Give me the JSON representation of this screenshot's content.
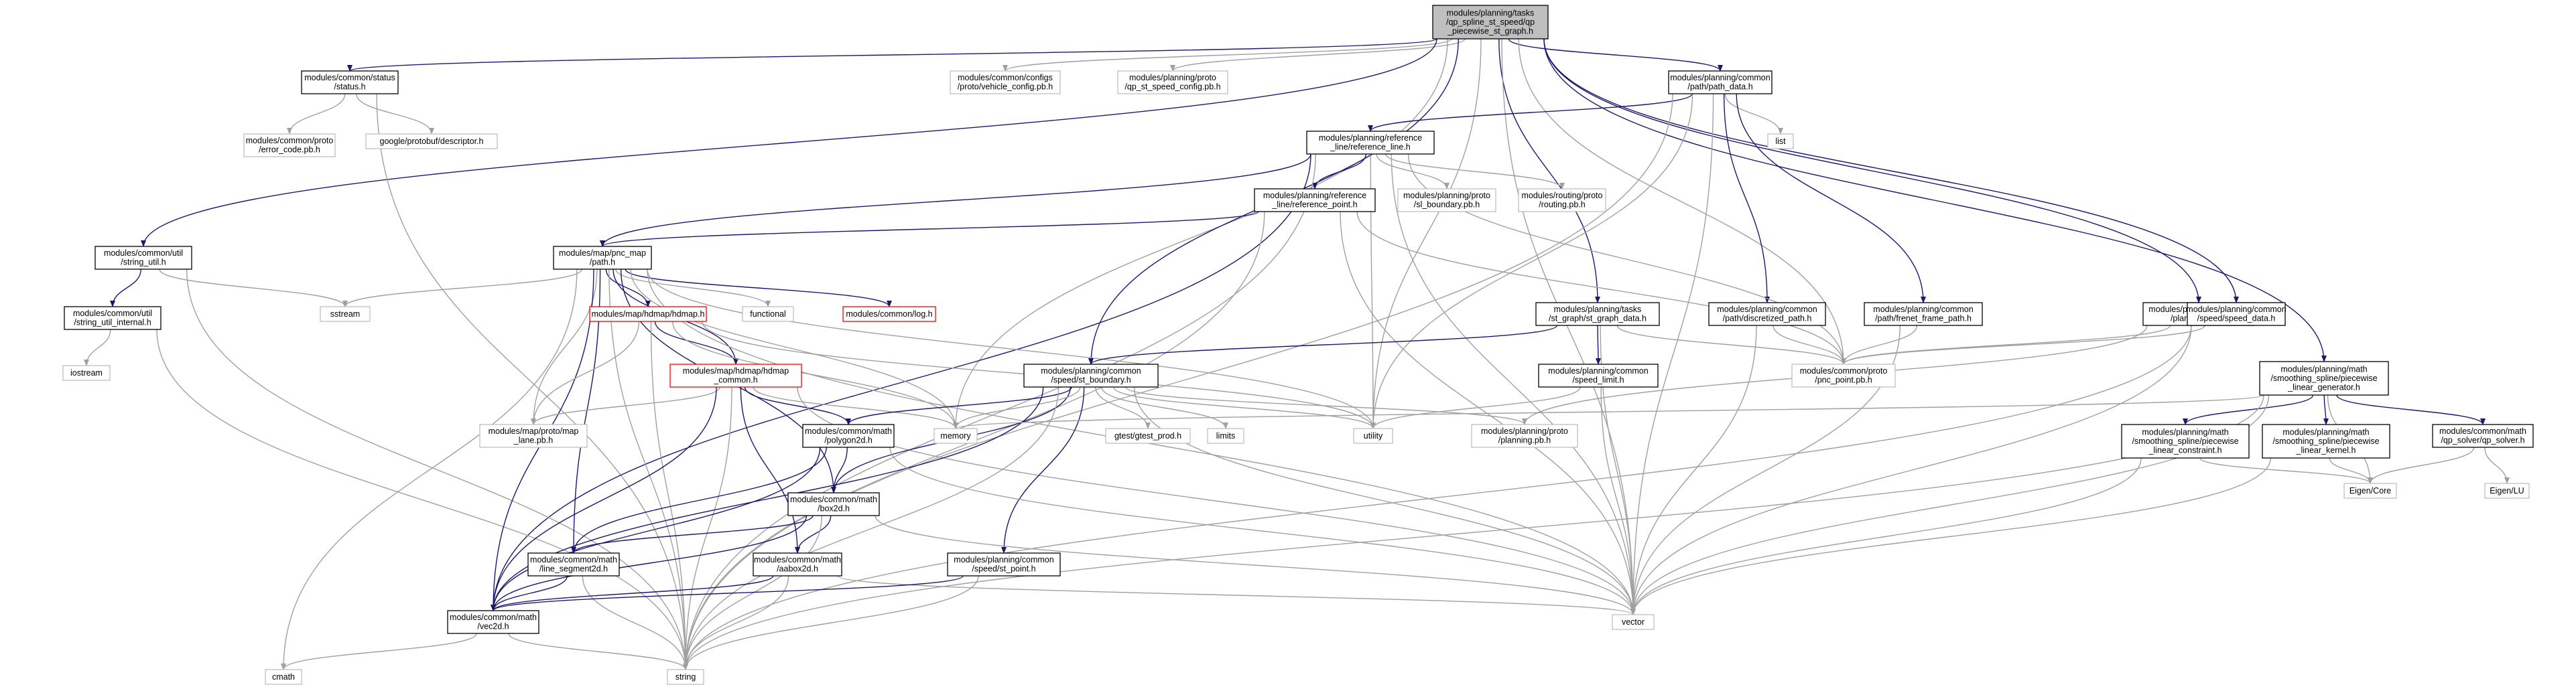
{
  "graph": {
    "nodes": [
      {
        "id": "root",
        "kind": "root",
        "lines": [
          "modules/planning/tasks",
          "/qp_spline_st_speed/qp",
          "_piecewise_st_graph.h"
        ]
      },
      {
        "id": "status",
        "kind": "normal",
        "lines": [
          "modules/common/status",
          "/status.h"
        ]
      },
      {
        "id": "vehicle_config",
        "kind": "gray",
        "lines": [
          "modules/common/configs",
          "/proto/vehicle_config.pb.h"
        ]
      },
      {
        "id": "qp_st_speed_config",
        "kind": "gray",
        "lines": [
          "modules/planning/proto",
          "/qp_st_speed_config.pb.h"
        ]
      },
      {
        "id": "path_data",
        "kind": "normal",
        "lines": [
          "modules/planning/common",
          "/path/path_data.h"
        ]
      },
      {
        "id": "error_code",
        "kind": "gray",
        "lines": [
          "modules/common/proto",
          "/error_code.pb.h"
        ]
      },
      {
        "id": "descriptor",
        "kind": "gray",
        "lines": [
          "google/protobuf/descriptor.h"
        ]
      },
      {
        "id": "reference_line",
        "kind": "normal",
        "lines": [
          "modules/planning/reference",
          "_line/reference_line.h"
        ]
      },
      {
        "id": "list",
        "kind": "gray",
        "lines": [
          "list"
        ]
      },
      {
        "id": "reference_point",
        "kind": "normal",
        "lines": [
          "modules/planning/reference",
          "_line/reference_point.h"
        ]
      },
      {
        "id": "sl_boundary",
        "kind": "gray",
        "lines": [
          "modules/planning/proto",
          "/sl_boundary.pb.h"
        ]
      },
      {
        "id": "routing",
        "kind": "gray",
        "lines": [
          "modules/routing/proto",
          "/routing.pb.h"
        ]
      },
      {
        "id": "string_util",
        "kind": "normal",
        "lines": [
          "modules/common/util",
          "/string_util.h"
        ]
      },
      {
        "id": "pnc_path",
        "kind": "normal",
        "lines": [
          "modules/map/pnc_map",
          "/path.h"
        ]
      },
      {
        "id": "sstream",
        "kind": "gray",
        "lines": [
          "sstream"
        ]
      },
      {
        "id": "string_util_internal",
        "kind": "normal",
        "lines": [
          "modules/common/util",
          "/string_util_internal.h"
        ]
      },
      {
        "id": "hdmap",
        "kind": "red",
        "lines": [
          "modules/map/hdmap/hdmap.h"
        ]
      },
      {
        "id": "functional",
        "kind": "gray",
        "lines": [
          "functional"
        ]
      },
      {
        "id": "log",
        "kind": "red",
        "lines": [
          "modules/common/log.h"
        ]
      },
      {
        "id": "st_graph_data",
        "kind": "normal",
        "lines": [
          "modules/planning/tasks",
          "/st_graph/st_graph_data.h"
        ]
      },
      {
        "id": "discretized_path",
        "kind": "normal",
        "lines": [
          "modules/planning/common",
          "/path/discretized_path.h"
        ]
      },
      {
        "id": "frenet_frame_path",
        "kind": "normal",
        "lines": [
          "modules/planning/common",
          "/path/frenet_frame_path.h"
        ]
      },
      {
        "id": "planning_util",
        "kind": "normal",
        "lines": [
          "modules/planning/common",
          "/planning_util.h"
        ]
      },
      {
        "id": "speed_data",
        "kind": "normal",
        "lines": [
          "modules/planning/common",
          "/speed/speed_data.h"
        ]
      },
      {
        "id": "iostream",
        "kind": "gray",
        "lines": [
          "iostream"
        ]
      },
      {
        "id": "hdmap_common",
        "kind": "red",
        "lines": [
          "modules/map/hdmap/hdmap",
          "_common.h"
        ]
      },
      {
        "id": "st_boundary",
        "kind": "normal",
        "lines": [
          "modules/planning/common",
          "/speed/st_boundary.h"
        ]
      },
      {
        "id": "speed_limit",
        "kind": "normal",
        "lines": [
          "modules/planning/common",
          "/speed_limit.h"
        ]
      },
      {
        "id": "pnc_point",
        "kind": "gray",
        "lines": [
          "modules/common/proto",
          "/pnc_point.pb.h"
        ]
      },
      {
        "id": "linear_generator",
        "kind": "normal",
        "lines": [
          "modules/planning/math",
          "/smoothing_spline/piecewise",
          "_linear_generator.h"
        ]
      },
      {
        "id": "map_lane",
        "kind": "gray",
        "lines": [
          "modules/map/proto/map",
          "_lane.pb.h"
        ]
      },
      {
        "id": "polygon2d",
        "kind": "normal",
        "lines": [
          "modules/common/math",
          "/polygon2d.h"
        ]
      },
      {
        "id": "memory",
        "kind": "gray",
        "lines": [
          "memory"
        ]
      },
      {
        "id": "gtest_prod",
        "kind": "gray",
        "lines": [
          "gtest/gtest_prod.h"
        ]
      },
      {
        "id": "limits",
        "kind": "gray",
        "lines": [
          "limits"
        ]
      },
      {
        "id": "utility",
        "kind": "gray",
        "lines": [
          "utility"
        ]
      },
      {
        "id": "planning_pb",
        "kind": "gray",
        "lines": [
          "modules/planning/proto",
          "/planning.pb.h"
        ]
      },
      {
        "id": "linear_constraint",
        "kind": "normal",
        "lines": [
          "modules/planning/math",
          "/smoothing_spline/piecewise",
          "_linear_constraint.h"
        ]
      },
      {
        "id": "linear_kernel",
        "kind": "normal",
        "lines": [
          "modules/planning/math",
          "/smoothing_spline/piecewise",
          "_linear_kernel.h"
        ]
      },
      {
        "id": "qp_solver",
        "kind": "normal",
        "lines": [
          "modules/common/math",
          "/qp_solver/qp_solver.h"
        ]
      },
      {
        "id": "eigen_core",
        "kind": "gray",
        "lines": [
          "Eigen/Core"
        ]
      },
      {
        "id": "eigen_lu",
        "kind": "gray",
        "lines": [
          "Eigen/LU"
        ]
      },
      {
        "id": "box2d",
        "kind": "normal",
        "lines": [
          "modules/common/math",
          "/box2d.h"
        ]
      },
      {
        "id": "line_segment2d",
        "kind": "normal",
        "lines": [
          "modules/common/math",
          "/line_segment2d.h"
        ]
      },
      {
        "id": "aabox2d",
        "kind": "normal",
        "lines": [
          "modules/common/math",
          "/aabox2d.h"
        ]
      },
      {
        "id": "st_point",
        "kind": "normal",
        "lines": [
          "modules/planning/common",
          "/speed/st_point.h"
        ]
      },
      {
        "id": "vec2d",
        "kind": "normal",
        "lines": [
          "modules/common/math",
          "/vec2d.h"
        ]
      },
      {
        "id": "vector",
        "kind": "gray",
        "lines": [
          "vector"
        ]
      },
      {
        "id": "cmath",
        "kind": "gray",
        "lines": [
          "cmath"
        ]
      },
      {
        "id": "string",
        "kind": "gray",
        "lines": [
          "string"
        ]
      }
    ],
    "edges": [
      [
        "root",
        "status"
      ],
      [
        "root",
        "vehicle_config"
      ],
      [
        "root",
        "qp_st_speed_config"
      ],
      [
        "root",
        "path_data"
      ],
      [
        "root",
        "string_util"
      ],
      [
        "root",
        "memory"
      ],
      [
        "root",
        "st_boundary"
      ],
      [
        "root",
        "utility"
      ],
      [
        "root",
        "st_graph_data"
      ],
      [
        "root",
        "pnc_point"
      ],
      [
        "root",
        "planning_util"
      ],
      [
        "root",
        "speed_data"
      ],
      [
        "root",
        "linear_generator"
      ],
      [
        "root",
        "vector"
      ],
      [
        "status",
        "error_code"
      ],
      [
        "status",
        "descriptor"
      ],
      [
        "status",
        "string"
      ],
      [
        "path_data",
        "reference_line"
      ],
      [
        "path_data",
        "list"
      ],
      [
        "path_data",
        "discretized_path"
      ],
      [
        "path_data",
        "frenet_frame_path"
      ],
      [
        "path_data",
        "utility"
      ],
      [
        "path_data",
        "vector"
      ],
      [
        "path_data",
        "string"
      ],
      [
        "reference_line",
        "reference_point"
      ],
      [
        "reference_line",
        "sl_boundary"
      ],
      [
        "reference_line",
        "routing"
      ],
      [
        "reference_line",
        "pnc_path"
      ],
      [
        "reference_line",
        "vec2d"
      ],
      [
        "reference_line",
        "vector"
      ],
      [
        "reference_line",
        "string"
      ],
      [
        "reference_line",
        "utility"
      ],
      [
        "reference_line",
        "pnc_point"
      ],
      [
        "reference_point",
        "pnc_path"
      ],
      [
        "reference_point",
        "pnc_point"
      ],
      [
        "reference_point",
        "vector"
      ],
      [
        "reference_point",
        "string"
      ],
      [
        "string_util",
        "sstream"
      ],
      [
        "string_util",
        "string_util_internal"
      ],
      [
        "string_util",
        "string"
      ],
      [
        "string_util_internal",
        "iostream"
      ],
      [
        "string_util_internal",
        "string"
      ],
      [
        "pnc_path",
        "sstream"
      ],
      [
        "pnc_path",
        "hdmap"
      ],
      [
        "pnc_path",
        "functional"
      ],
      [
        "pnc_path",
        "log"
      ],
      [
        "pnc_path",
        "hdmap_common"
      ],
      [
        "pnc_path",
        "map_lane"
      ],
      [
        "pnc_path",
        "memory"
      ],
      [
        "pnc_path",
        "utility"
      ],
      [
        "pnc_path",
        "box2d"
      ],
      [
        "pnc_path",
        "line_segment2d"
      ],
      [
        "pnc_path",
        "vec2d"
      ],
      [
        "pnc_path",
        "cmath"
      ],
      [
        "pnc_path",
        "string"
      ],
      [
        "pnc_path",
        "vector"
      ],
      [
        "hdmap",
        "hdmap_common"
      ],
      [
        "hdmap",
        "map_lane"
      ],
      [
        "hdmap",
        "memory"
      ],
      [
        "hdmap",
        "string"
      ],
      [
        "hdmap",
        "utility"
      ],
      [
        "hdmap_common",
        "polygon2d"
      ],
      [
        "hdmap_common",
        "aabox2d"
      ],
      [
        "hdmap_common",
        "map_lane"
      ],
      [
        "hdmap_common",
        "memory"
      ],
      [
        "hdmap_common",
        "vec2d"
      ],
      [
        "hdmap_common",
        "string"
      ],
      [
        "hdmap_common",
        "vector"
      ],
      [
        "st_graph_data",
        "st_boundary"
      ],
      [
        "st_graph_data",
        "speed_limit"
      ],
      [
        "st_graph_data",
        "pnc_point"
      ],
      [
        "st_graph_data",
        "vector"
      ],
      [
        "st_boundary",
        "polygon2d"
      ],
      [
        "st_boundary",
        "box2d"
      ],
      [
        "st_boundary",
        "st_point"
      ],
      [
        "st_boundary",
        "memory"
      ],
      [
        "st_boundary",
        "gtest_prod"
      ],
      [
        "st_boundary",
        "limits"
      ],
      [
        "st_boundary",
        "utility"
      ],
      [
        "st_boundary",
        "planning_pb"
      ],
      [
        "st_boundary",
        "vec2d"
      ],
      [
        "st_boundary",
        "string"
      ],
      [
        "st_boundary",
        "vector"
      ],
      [
        "speed_limit",
        "utility"
      ],
      [
        "speed_limit",
        "vector"
      ],
      [
        "discretized_path",
        "pnc_point"
      ],
      [
        "discretized_path",
        "vector"
      ],
      [
        "frenet_frame_path",
        "pnc_point"
      ],
      [
        "frenet_frame_path",
        "vector"
      ],
      [
        "planning_util",
        "pnc_point"
      ],
      [
        "planning_util",
        "planning_pb"
      ],
      [
        "speed_data",
        "pnc_point"
      ],
      [
        "speed_data",
        "vector"
      ],
      [
        "speed_data",
        "string"
      ],
      [
        "linear_generator",
        "linear_constraint"
      ],
      [
        "linear_generator",
        "linear_kernel"
      ],
      [
        "linear_generator",
        "qp_solver"
      ],
      [
        "linear_generator",
        "eigen_core"
      ],
      [
        "linear_generator",
        "memory"
      ],
      [
        "linear_generator",
        "vector"
      ],
      [
        "linear_generator",
        "string"
      ],
      [
        "linear_constraint",
        "eigen_core"
      ],
      [
        "linear_constraint",
        "vector"
      ],
      [
        "linear_kernel",
        "eigen_core"
      ],
      [
        "linear_kernel",
        "vector"
      ],
      [
        "qp_solver",
        "eigen_core"
      ],
      [
        "qp_solver",
        "eigen_lu"
      ],
      [
        "polygon2d",
        "box2d"
      ],
      [
        "polygon2d",
        "line_segment2d"
      ],
      [
        "polygon2d",
        "vec2d"
      ],
      [
        "polygon2d",
        "vector"
      ],
      [
        "box2d",
        "aabox2d"
      ],
      [
        "box2d",
        "line_segment2d"
      ],
      [
        "box2d",
        "vec2d"
      ],
      [
        "box2d",
        "vector"
      ],
      [
        "box2d",
        "string"
      ],
      [
        "line_segment2d",
        "vec2d"
      ],
      [
        "line_segment2d",
        "string"
      ],
      [
        "aabox2d",
        "vec2d"
      ],
      [
        "aabox2d",
        "vector"
      ],
      [
        "aabox2d",
        "string"
      ],
      [
        "st_point",
        "vec2d"
      ],
      [
        "st_point",
        "string"
      ],
      [
        "vec2d",
        "cmath"
      ],
      [
        "vec2d",
        "string"
      ]
    ],
    "colors": {
      "edge": "#191970",
      "edge_gray": "#a0a0a0",
      "node_border": "#000000",
      "root_fill": "#bfbfbf",
      "red_border": "#ff0000",
      "gray_border": "#bfbfbf"
    }
  }
}
